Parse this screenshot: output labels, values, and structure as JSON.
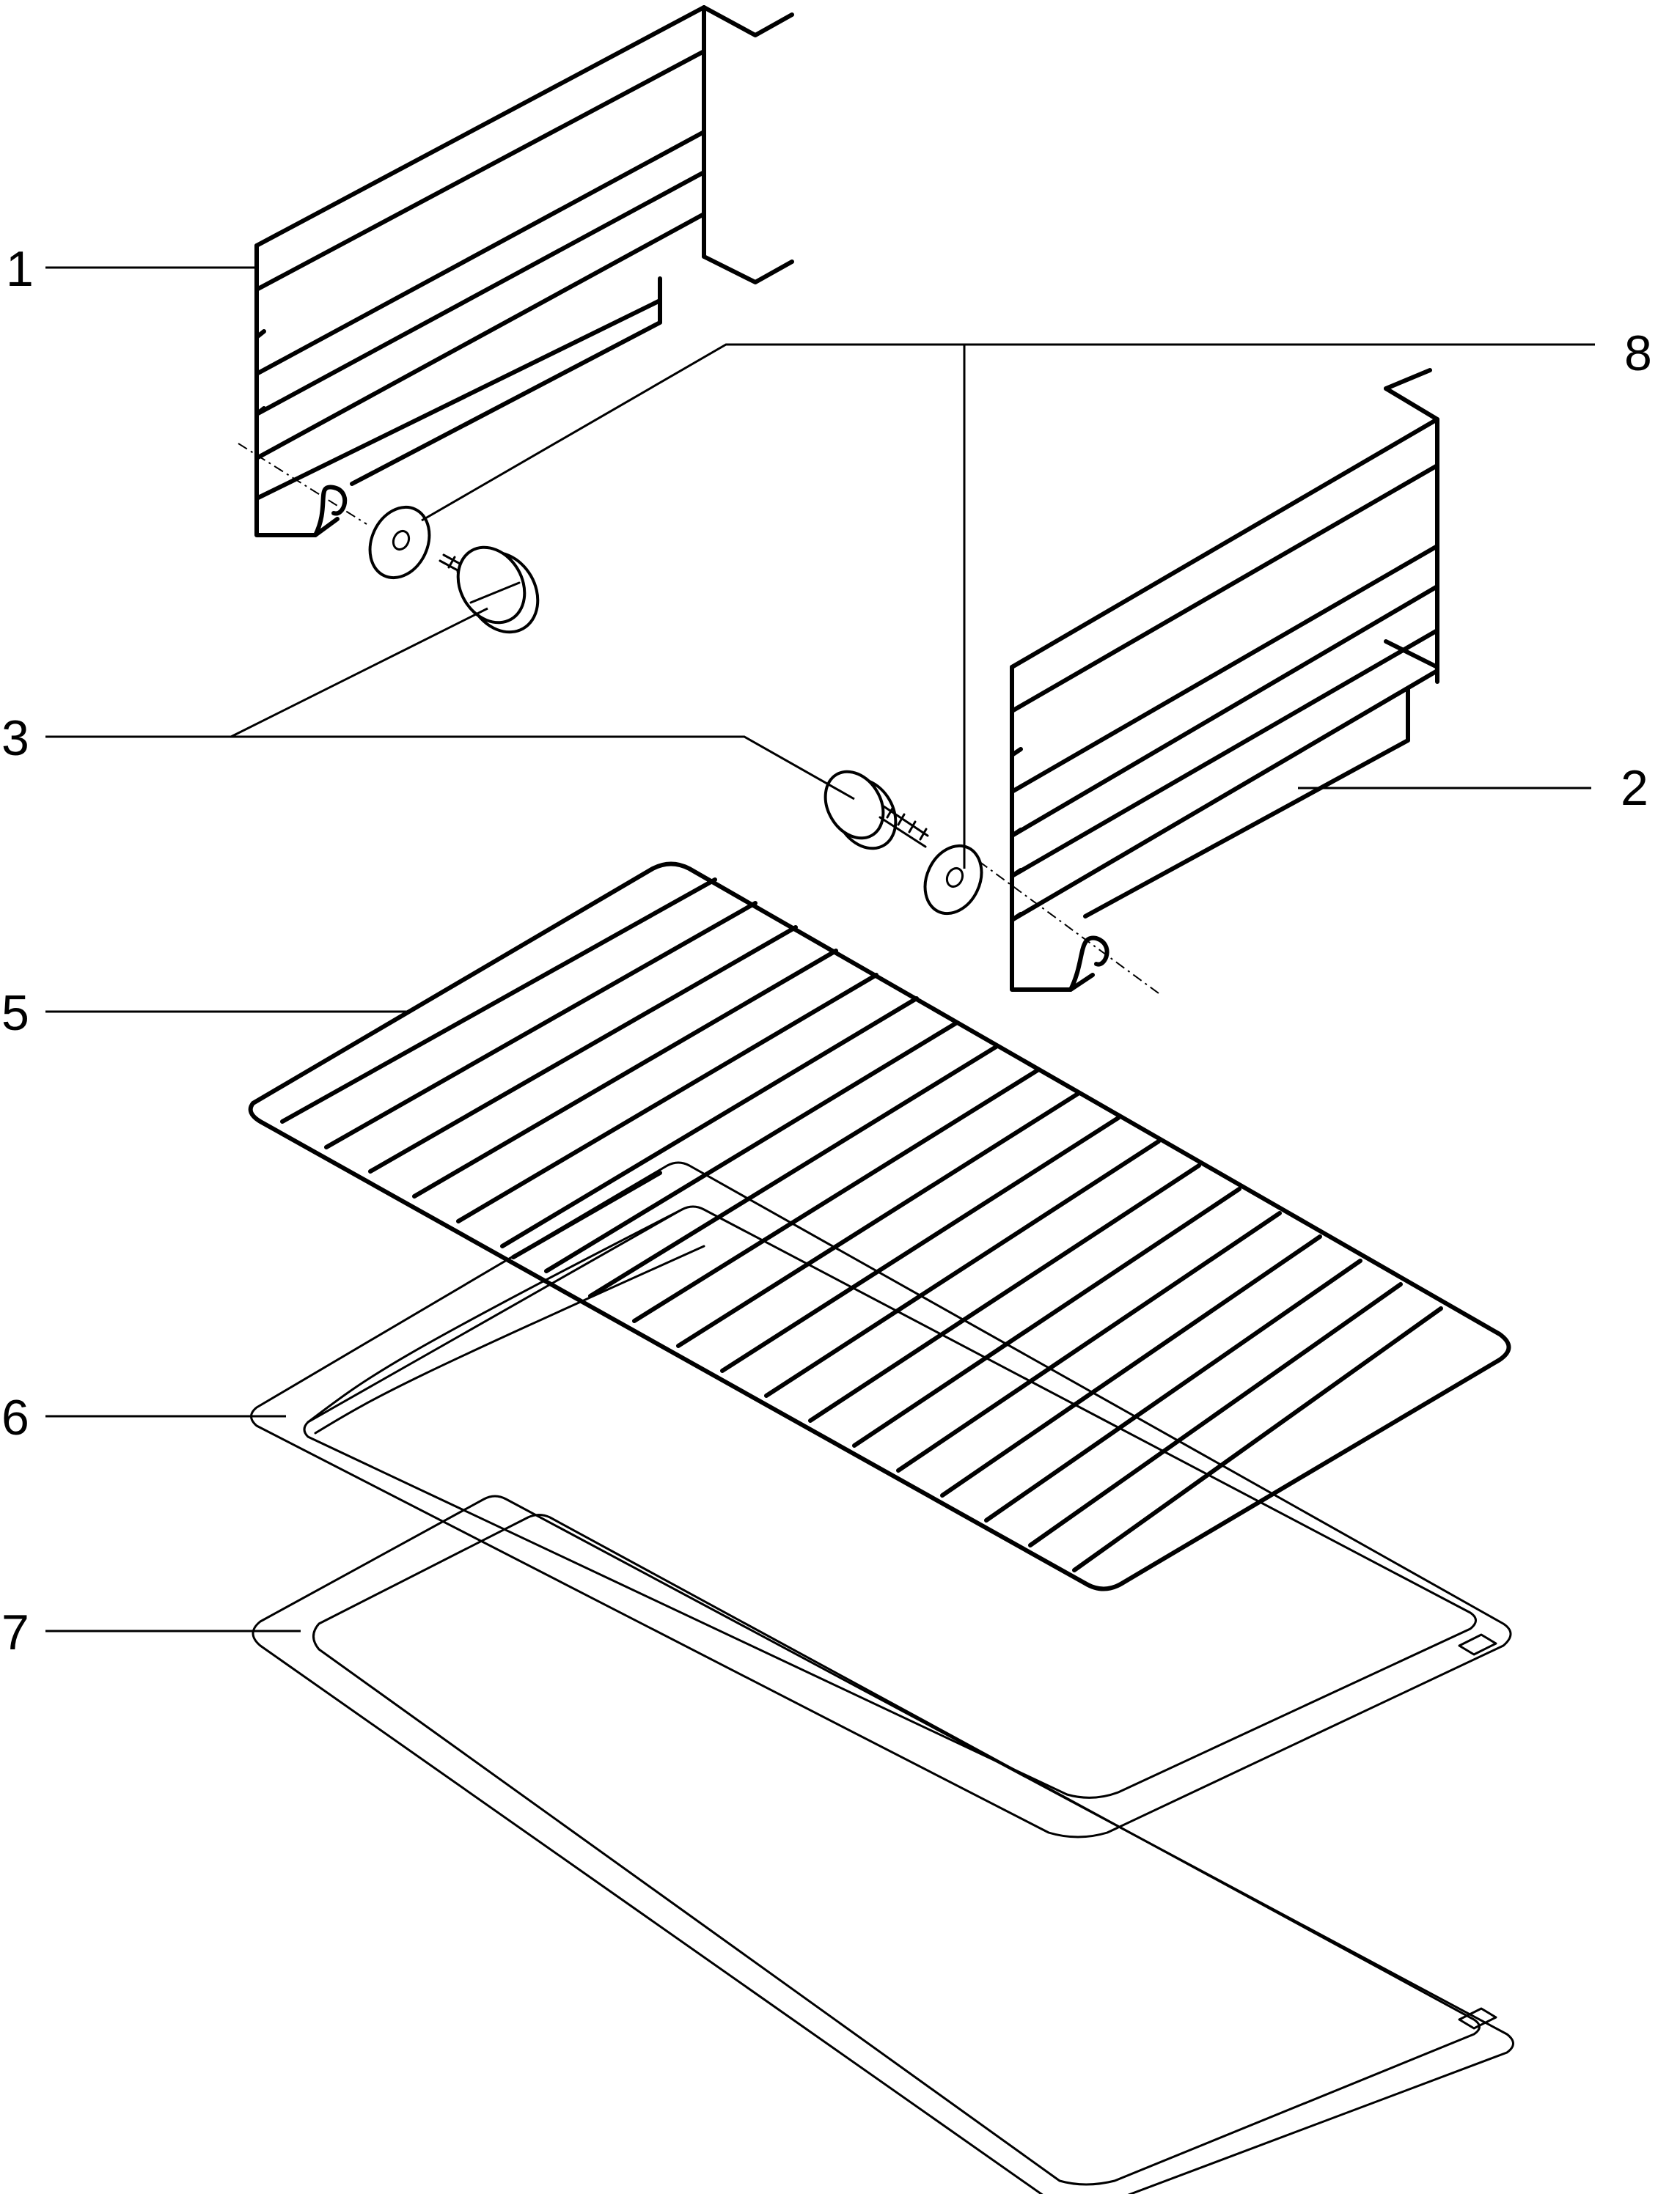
{
  "diagram": {
    "callouts": [
      {
        "id": "1",
        "label": "1"
      },
      {
        "id": "2",
        "label": "2"
      },
      {
        "id": "3",
        "label": "3"
      },
      {
        "id": "5",
        "label": "5"
      },
      {
        "id": "6",
        "label": "6"
      },
      {
        "id": "7",
        "label": "7"
      },
      {
        "id": "8",
        "label": "8"
      }
    ],
    "colors": {
      "line": "#000000",
      "background": "#ffffff"
    }
  }
}
